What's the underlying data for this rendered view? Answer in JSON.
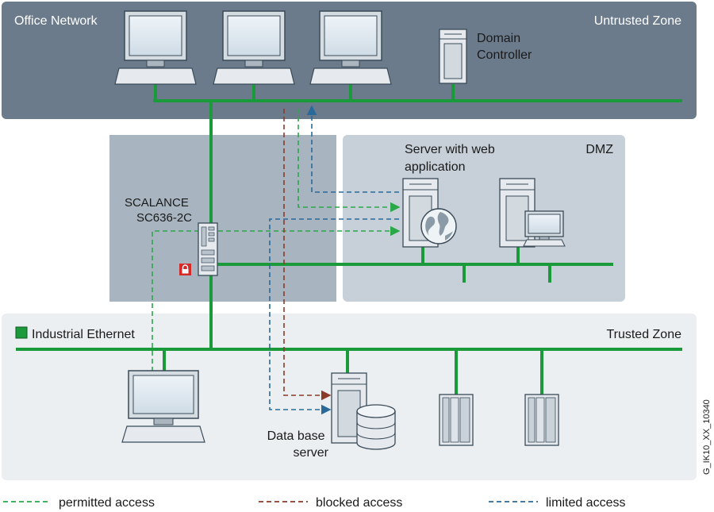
{
  "zones": {
    "office": {
      "title": "Office Network",
      "trust": "Untrusted Zone"
    },
    "dmz": {
      "title": "DMZ"
    },
    "trusted": {
      "title": "Trusted Zone"
    }
  },
  "devices": {
    "domain_controller": {
      "line1": "Domain",
      "line2": "Controller"
    },
    "web_server": {
      "line1": "Server with web",
      "line2": "application"
    },
    "firewall": {
      "line1": "SCALANCE",
      "line2": "SC636-2C"
    },
    "db_server": {
      "line1": "Data base",
      "line2": "server"
    }
  },
  "legend": {
    "industrial_ethernet": "Industrial Ethernet",
    "permitted": "permitted access",
    "blocked": "blocked access",
    "limited": "limited access"
  },
  "figure_id": "G_IK10_XX_10340",
  "colors": {
    "ethernet": "#1a9a3a",
    "permitted": "#2aa84a",
    "blocked": "#8b3a2a",
    "limited": "#2a6a9a",
    "office_bg": "#6b7b8c",
    "dmz_bg": "#c7d0d8",
    "firewall_zone_bg": "#a8b4bf",
    "trusted_bg": "#eceff1"
  }
}
